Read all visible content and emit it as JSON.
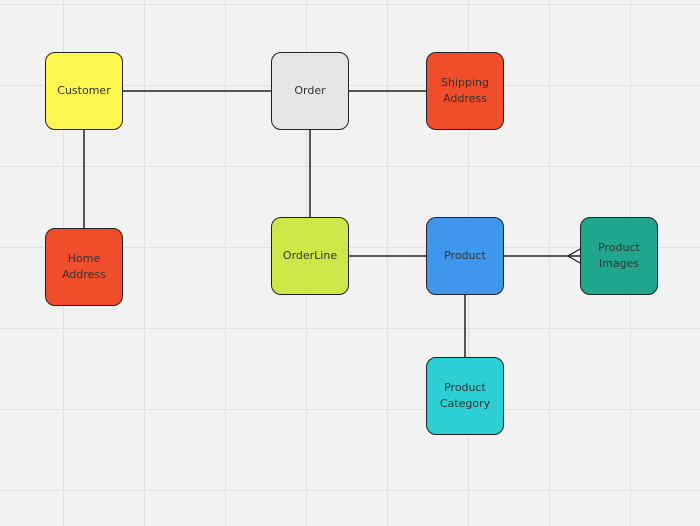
{
  "colors": {
    "background": "#f2f2f2",
    "grid": "#e0e0e0",
    "edge": "#222222",
    "customer": "#fdf84f",
    "order": "#e6e6e6",
    "shipping_address": "#f04e2a",
    "home_address": "#f04e2a",
    "orderline": "#cee84a",
    "product": "#3e97ec",
    "product_images": "#1fa68c",
    "product_category": "#2bcfd4"
  },
  "nodes": {
    "customer": "Customer",
    "order": "Order",
    "shipping_address": "Shipping\nAddress",
    "home_address": "Home\nAddress",
    "orderline": "OrderLine",
    "product": "Product",
    "product_images": "Product\nImages",
    "product_category": "Product\nCategory"
  },
  "edges": [
    {
      "from": "customer",
      "to": "order",
      "end": "none"
    },
    {
      "from": "order",
      "to": "shipping_address",
      "end": "none"
    },
    {
      "from": "customer",
      "to": "home_address",
      "end": "none"
    },
    {
      "from": "order",
      "to": "orderline",
      "end": "none"
    },
    {
      "from": "orderline",
      "to": "product",
      "end": "none"
    },
    {
      "from": "product",
      "to": "product_images",
      "end": "crows-foot"
    },
    {
      "from": "product",
      "to": "product_category",
      "end": "none"
    }
  ]
}
